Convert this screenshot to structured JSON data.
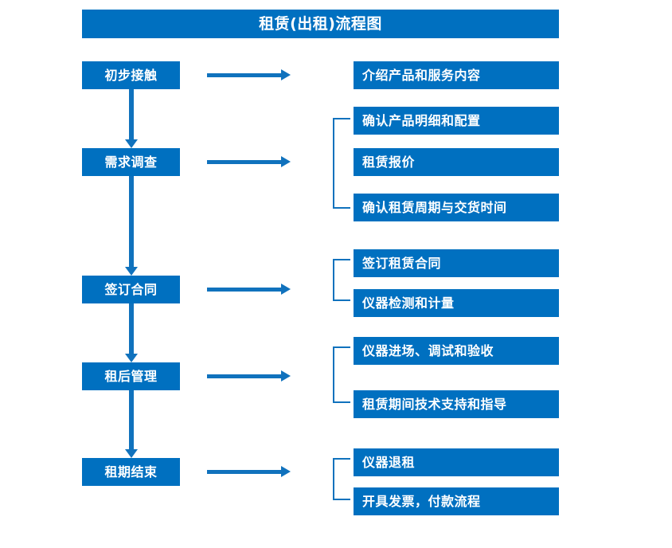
{
  "diagram": {
    "title": "租赁(出租)流程图",
    "accent_color": "#0070C0",
    "arrow_color": "#1072BD",
    "text_color": "#FFFFFF",
    "background_color": "#FFFFFF",
    "stages": [
      {
        "id": "stage-1",
        "label": "初步接触"
      },
      {
        "id": "stage-2",
        "label": "需求调查"
      },
      {
        "id": "stage-3",
        "label": "签订合同"
      },
      {
        "id": "stage-4",
        "label": "租后管理"
      },
      {
        "id": "stage-5",
        "label": "租期结束"
      }
    ],
    "tasks": [
      {
        "id": "task-1",
        "label": "介绍产品和服务内容"
      },
      {
        "id": "task-2",
        "label": "确认产品明细和配置"
      },
      {
        "id": "task-3",
        "label": "租赁报价"
      },
      {
        "id": "task-4",
        "label": "确认租赁周期与交货时间"
      },
      {
        "id": "task-5",
        "label": "签订租赁合同"
      },
      {
        "id": "task-6",
        "label": "仪器检测和计量"
      },
      {
        "id": "task-7",
        "label": "仪器进场、调试和验收"
      },
      {
        "id": "task-8",
        "label": "租赁期间技术支持和指导"
      },
      {
        "id": "task-9",
        "label": "仪器退租"
      },
      {
        "id": "task-10",
        "label": "开具发票，付款流程"
      }
    ]
  }
}
